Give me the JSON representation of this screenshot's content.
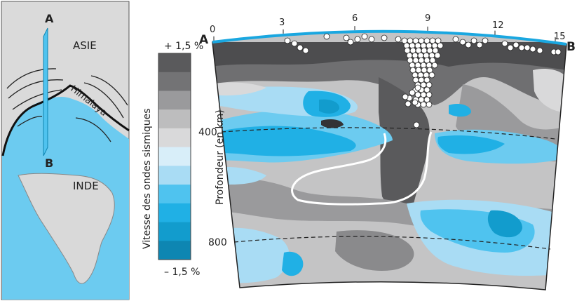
{
  "map": {
    "point_a": "A",
    "point_b": "B",
    "asia": "ASIE",
    "india": "INDE",
    "himalaya": "Himalaya"
  },
  "legend": {
    "top": "+ 1,5 %",
    "bottom": "– 1,5 %",
    "title": "Vitesse des ondes sismiques",
    "colors": [
      "#5a5a5c",
      "#737375",
      "#9a9a9c",
      "#bdbdbe",
      "#d9d9da",
      "#d8eef9",
      "#a9dcf4",
      "#4fc3ef",
      "#20b0e5",
      "#129ccd",
      "#0e86b2"
    ]
  },
  "section": {
    "point_a": "A",
    "point_b": "B",
    "depth_axis_title": "Profondeur   (en km)",
    "depth_labels": [
      "400",
      "800"
    ],
    "distance_labels": [
      "0",
      "3",
      "6",
      "9",
      "12",
      "15"
    ]
  }
}
